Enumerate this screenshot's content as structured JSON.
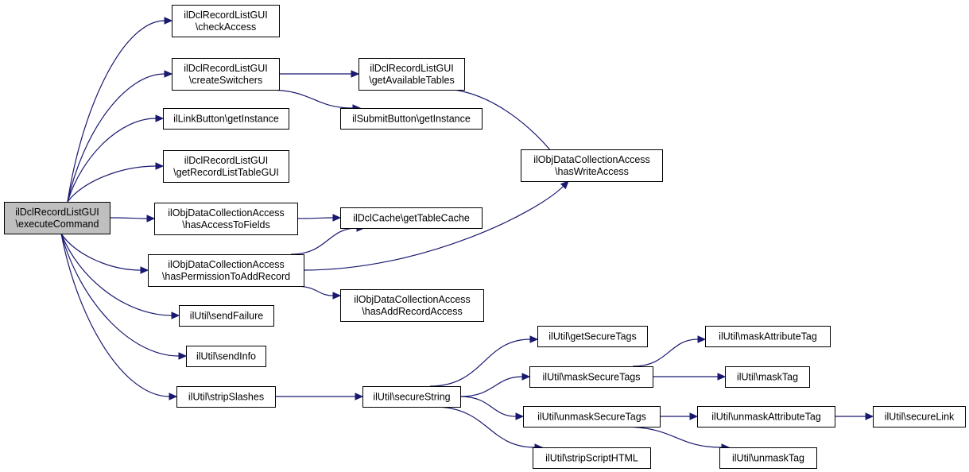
{
  "nodes": {
    "executeCommand": [
      "ilDclRecordListGUI",
      "\\executeCommand"
    ],
    "checkAccess": [
      "ilDclRecordListGUI",
      "\\checkAccess"
    ],
    "createSwitchers": [
      "ilDclRecordListGUI",
      "\\createSwitchers"
    ],
    "getInstanceLink": [
      "ilLinkButton\\getInstance"
    ],
    "getRecordListTableGUI": [
      "ilDclRecordListGUI",
      "\\getRecordListTableGUI"
    ],
    "hasAccessToFields": [
      "ilObjDataCollectionAccess",
      "\\hasAccessToFields"
    ],
    "hasPermissionToAddRecord": [
      "ilObjDataCollectionAccess",
      "\\hasPermissionToAddRecord"
    ],
    "sendFailure": [
      "ilUtil\\sendFailure"
    ],
    "sendInfo": [
      "ilUtil\\sendInfo"
    ],
    "stripSlashes": [
      "ilUtil\\stripSlashes"
    ],
    "getAvailableTables": [
      "ilDclRecordListGUI",
      "\\getAvailableTables"
    ],
    "getInstanceSubmit": [
      "ilSubmitButton\\getInstance"
    ],
    "getTableCache": [
      "ilDclCache\\getTableCache"
    ],
    "hasAddRecordAccess": [
      "ilObjDataCollectionAccess",
      "\\hasAddRecordAccess"
    ],
    "secureString": [
      "ilUtil\\secureString"
    ],
    "hasWriteAccess": [
      "ilObjDataCollectionAccess",
      "\\hasWriteAccess"
    ],
    "getSecureTags": [
      "ilUtil\\getSecureTags"
    ],
    "maskSecureTags": [
      "ilUtil\\maskSecureTags"
    ],
    "unmaskSecureTags": [
      "ilUtil\\unmaskSecureTags"
    ],
    "stripScriptHTML": [
      "ilUtil\\stripScriptHTML"
    ],
    "maskAttributeTag": [
      "ilUtil\\maskAttributeTag"
    ],
    "maskTag": [
      "ilUtil\\maskTag"
    ],
    "unmaskAttributeTag": [
      "ilUtil\\unmaskAttributeTag"
    ],
    "unmaskTag": [
      "ilUtil\\unmaskTag"
    ],
    "secureLink": [
      "ilUtil\\secureLink"
    ]
  },
  "root": "executeCommand",
  "edges": [
    [
      "executeCommand",
      "checkAccess"
    ],
    [
      "executeCommand",
      "createSwitchers"
    ],
    [
      "executeCommand",
      "getInstanceLink"
    ],
    [
      "executeCommand",
      "getRecordListTableGUI"
    ],
    [
      "executeCommand",
      "hasAccessToFields"
    ],
    [
      "executeCommand",
      "hasPermissionToAddRecord"
    ],
    [
      "executeCommand",
      "sendFailure"
    ],
    [
      "executeCommand",
      "sendInfo"
    ],
    [
      "executeCommand",
      "stripSlashes"
    ],
    [
      "createSwitchers",
      "getAvailableTables"
    ],
    [
      "createSwitchers",
      "getInstanceSubmit"
    ],
    [
      "getAvailableTables",
      "hasWriteAccess"
    ],
    [
      "hasAccessToFields",
      "getTableCache"
    ],
    [
      "hasPermissionToAddRecord",
      "getTableCache"
    ],
    [
      "hasPermissionToAddRecord",
      "hasWriteAccess"
    ],
    [
      "hasPermissionToAddRecord",
      "hasAddRecordAccess"
    ],
    [
      "stripSlashes",
      "secureString"
    ],
    [
      "secureString",
      "getSecureTags"
    ],
    [
      "secureString",
      "maskSecureTags"
    ],
    [
      "secureString",
      "unmaskSecureTags"
    ],
    [
      "secureString",
      "stripScriptHTML"
    ],
    [
      "maskSecureTags",
      "maskAttributeTag"
    ],
    [
      "maskSecureTags",
      "maskTag"
    ],
    [
      "unmaskSecureTags",
      "unmaskAttributeTag"
    ],
    [
      "unmaskSecureTags",
      "unmaskTag"
    ],
    [
      "unmaskAttributeTag",
      "secureLink"
    ]
  ]
}
